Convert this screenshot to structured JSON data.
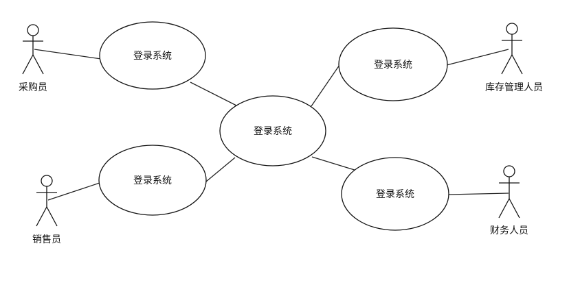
{
  "diagram": {
    "use_cases": {
      "top_left": "登录系统",
      "center": "登录系统",
      "top_right": "登录系统",
      "bottom_left": "登录系统",
      "bottom_right": "登录系统"
    },
    "actors": {
      "purchaser": "采购员",
      "sales": "销售员",
      "warehouse": "库存管理人员",
      "finance": "财务人员"
    }
  }
}
